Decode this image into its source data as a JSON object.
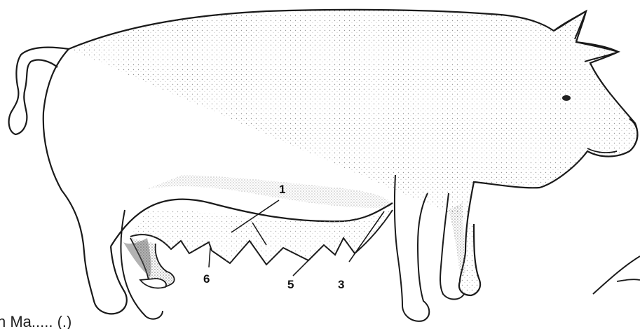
{
  "labels": {
    "label_1": "1",
    "label_3": "3",
    "label_5": "5",
    "label_6": "6"
  },
  "caption": {
    "text": "n Ma..... (.)"
  },
  "colors": {
    "ink": "#1a1a1a",
    "stipple": "#9a9a9a",
    "background": "#ffffff"
  },
  "icons": {
    "figure": "pig-illustration"
  }
}
